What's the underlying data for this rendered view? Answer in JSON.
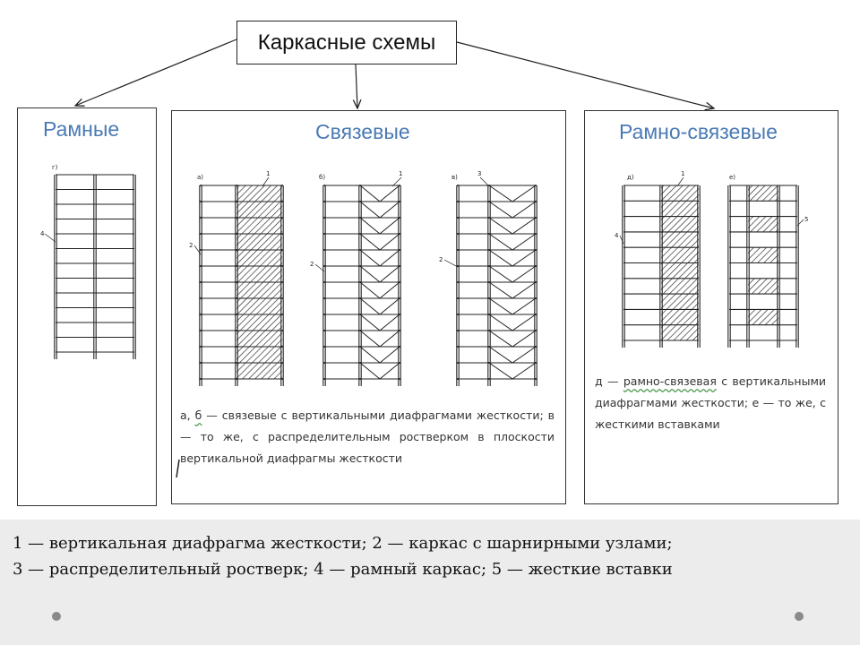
{
  "root_title": "Каркасные схемы",
  "panels": {
    "frame": {
      "title": "Рамные"
    },
    "braced": {
      "title": "Связевые",
      "description_parts": [
        "а, ",
        "б",
        " — связевые с вертикальными диафрагмами жесткости; в — то же, с распределительным ростверком в плоскости вертикальной диафрагмы жесткости"
      ]
    },
    "frame_braced": {
      "title": "Рамно-связевые",
      "description_parts": [
        "д — ",
        "рамно-связевая",
        " с вертикальными диафрагмами жесткости; е — то же, с жесткими вставками"
      ]
    }
  },
  "figure_labels": {
    "frame": {
      "letter": "г)",
      "n1": "4"
    },
    "braced_a": {
      "letter": "а)",
      "n1": "1",
      "n2": "2"
    },
    "braced_b": {
      "letter": "б)",
      "n1": "1",
      "n2": "2"
    },
    "braced_c": {
      "letter": "в)",
      "n1": "3",
      "n2": "2"
    },
    "combo_d": {
      "letter": "д)",
      "n1": "1",
      "n2": "4"
    },
    "combo_e": {
      "letter": "е)",
      "n1": "5"
    }
  },
  "legend": {
    "line1": "1 — вертикальная диафрагма жесткости; 2 — каркас с шарнирными узлами;",
    "line2": "3 — распределительный ростверк; 4 — рамный каркас; 5 — жесткие вставки"
  },
  "colors": {
    "title_blue": "#4a7ab4",
    "line": "#222222",
    "footer_bg": "#ececec"
  }
}
